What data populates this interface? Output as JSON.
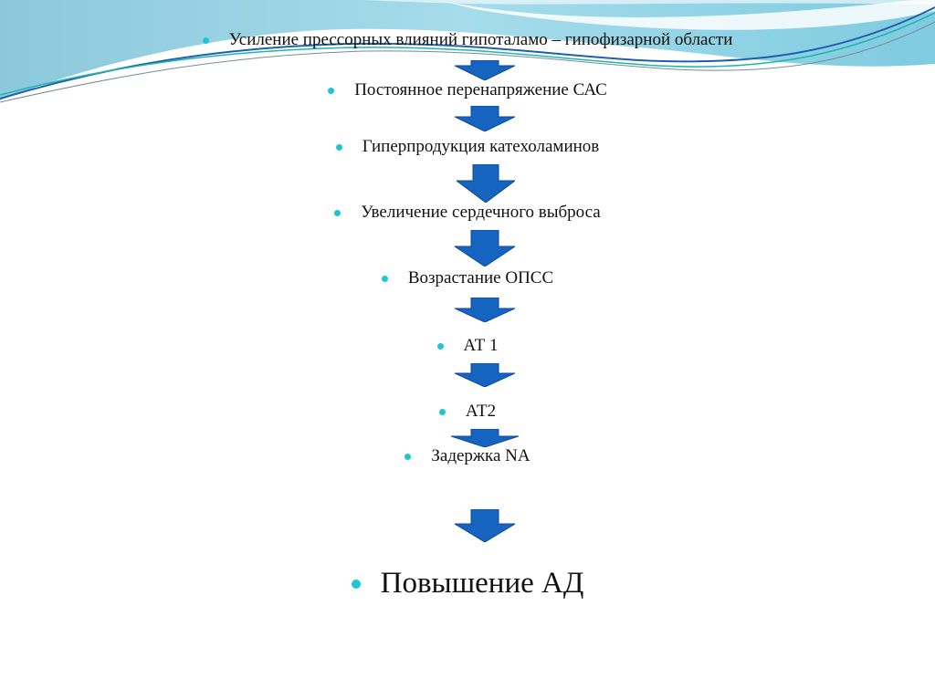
{
  "slide": {
    "colors": {
      "background": "#ffffff",
      "wave_light": "#9fd7e6",
      "wave_mid": "#6cc4dc",
      "wave_dark": "#1f5fae",
      "bullet": "#1ec5d3",
      "arrow": "#1565c0",
      "text": "#111111"
    },
    "steps": [
      {
        "label": "Усиление прессорных влияний гипоталамо – гипофизарной  области"
      },
      {
        "label": "Постоянное перенапряжение САС"
      },
      {
        "label": "Гиперпродукция катехоламинов"
      },
      {
        "label": "Увеличение сердечного выброса"
      },
      {
        "label": "Возрастание ОПСС"
      },
      {
        "label": "АТ 1"
      },
      {
        "label": "АТ2"
      },
      {
        "label": "Задержка NA"
      }
    ],
    "result": {
      "label": "Повышение АД"
    },
    "arrow_icon": "down-arrow-icon",
    "bullet_icon": "bullet-dot-icon"
  }
}
